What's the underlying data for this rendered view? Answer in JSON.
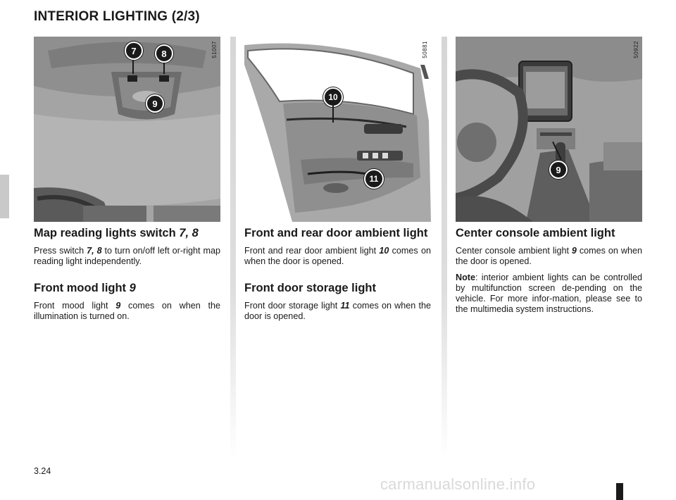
{
  "page": {
    "title": "INTERIOR LIGHTING (2/3)",
    "number": "3.24",
    "watermark": "carmanualsonline.info"
  },
  "figures": [
    {
      "code": "51007",
      "callouts": [
        "7",
        "8",
        "9"
      ]
    },
    {
      "code": "50881",
      "callouts": [
        "10",
        "11"
      ]
    },
    {
      "code": "50922",
      "callouts": [
        "9"
      ]
    }
  ],
  "columns": {
    "left": {
      "heading1": {
        "text": "Map reading lights switch ",
        "ref": "7, 8"
      },
      "para1": {
        "a": "Press switch ",
        "r1": "7",
        "sep": ", ",
        "r2": "8",
        "b": " to turn on/off left or-right map reading light independently."
      },
      "heading2": {
        "text": "Front mood light ",
        "ref": "9"
      },
      "para2": {
        "a": "Front mood light ",
        "ref": "9",
        "b": " comes on when the illumination is turned on."
      }
    },
    "middle": {
      "heading1": "Front and rear door ambient light",
      "para1": {
        "a": "Front and rear door ambient light ",
        "ref": "10",
        "b": " comes on when the door is opened."
      },
      "heading2": "Front door storage light",
      "para2": {
        "a": "Front door storage light ",
        "ref": "11",
        "b": " comes on when the door is opened."
      }
    },
    "right": {
      "heading1": "Center console ambient light",
      "para1": {
        "a": "Center console ambient light ",
        "ref": "9",
        "b": " comes on when the door is opened."
      },
      "note": {
        "label": "Note",
        "text": ": interior ambient lights can be controlled by multifunction screen de-pending on the vehicle. For more infor-mation, please see to the multimedia system instructions."
      }
    }
  }
}
